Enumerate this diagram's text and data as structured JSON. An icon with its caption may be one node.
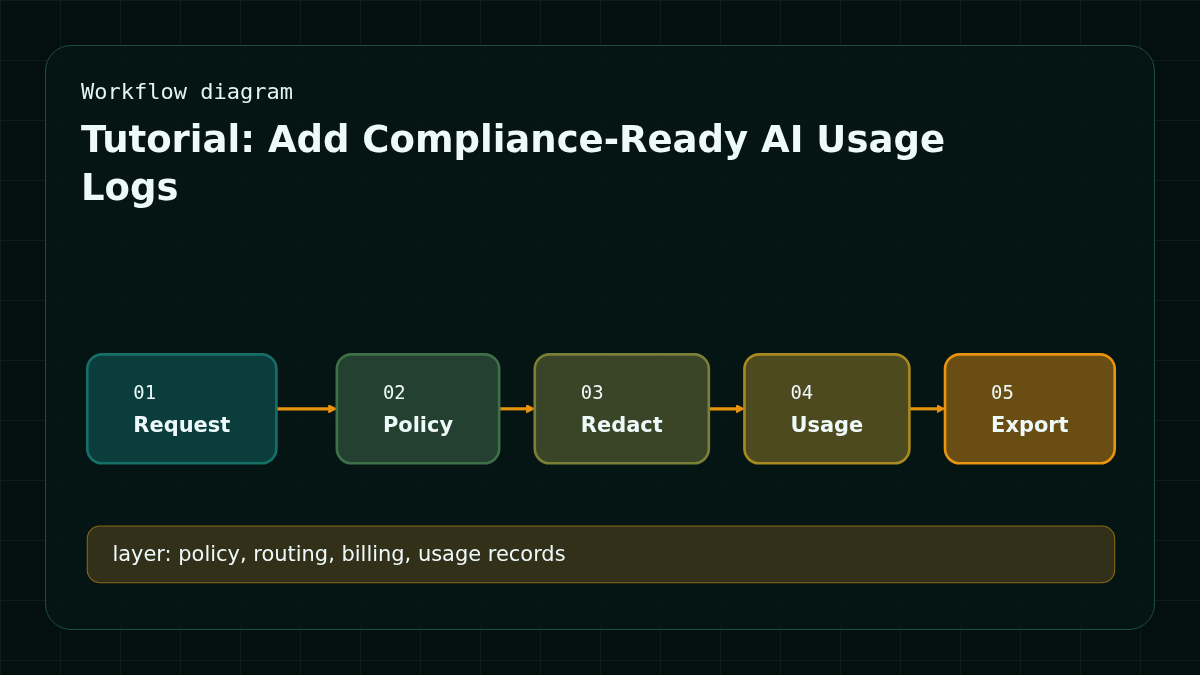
{
  "diagram": {
    "title": "Tutorial: Add Compliance-Ready AI Usage Logs",
    "nodes": [
      {
        "text": [
          "01",
          "Request"
        ]
      },
      {
        "text": [
          "02",
          "Policy"
        ]
      },
      {
        "text": [
          "03",
          "Redact"
        ]
      },
      {
        "text": [
          "04",
          "Usage"
        ]
      },
      {
        "text": [
          "05",
          "Export"
        ]
      },
      {
        "text": [
          "layer: policy, routing, billing, usage records"
        ]
      }
    ],
    "edges": [
      {
        "from": 0,
        "to": 1,
        "arrow": "to"
      },
      {
        "from": 1,
        "to": 2,
        "arrow": "to"
      },
      {
        "from": 2,
        "to": 3,
        "arrow": "to"
      },
      {
        "from": 3,
        "to": 4,
        "arrow": "to"
      }
    ],
    "labels": [
      "Workflow diagram"
    ]
  }
}
